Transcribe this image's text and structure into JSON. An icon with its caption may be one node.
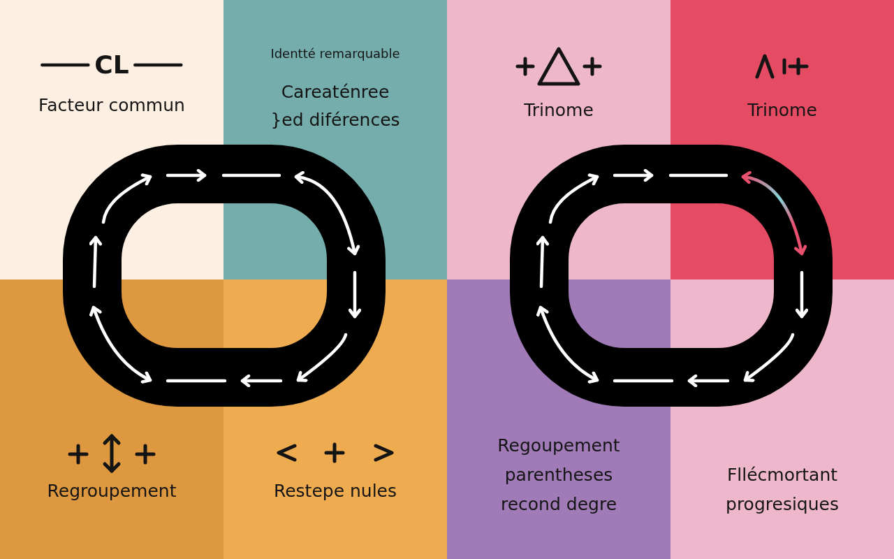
{
  "diagram": {
    "nodes": [
      {
        "text": [
          "CL",
          "Facteur commun"
        ]
      },
      {
        "text": [
          "Identté remarquable",
          "Careaténree }ed diférences"
        ]
      },
      {
        "text": [
          "Trinome"
        ]
      },
      {
        "text": [
          "Trinome"
        ]
      },
      {
        "text": [],
        "shape": "ring"
      },
      {
        "text": [],
        "shape": "ring"
      },
      {
        "text": [
          "Regroupement"
        ]
      },
      {
        "text": [
          "Restepe nules"
        ]
      },
      {
        "text": [
          "Regoupement parentheses recond degre"
        ]
      },
      {
        "text": [
          "Fllécmortant progresiques"
        ]
      }
    ]
  }
}
